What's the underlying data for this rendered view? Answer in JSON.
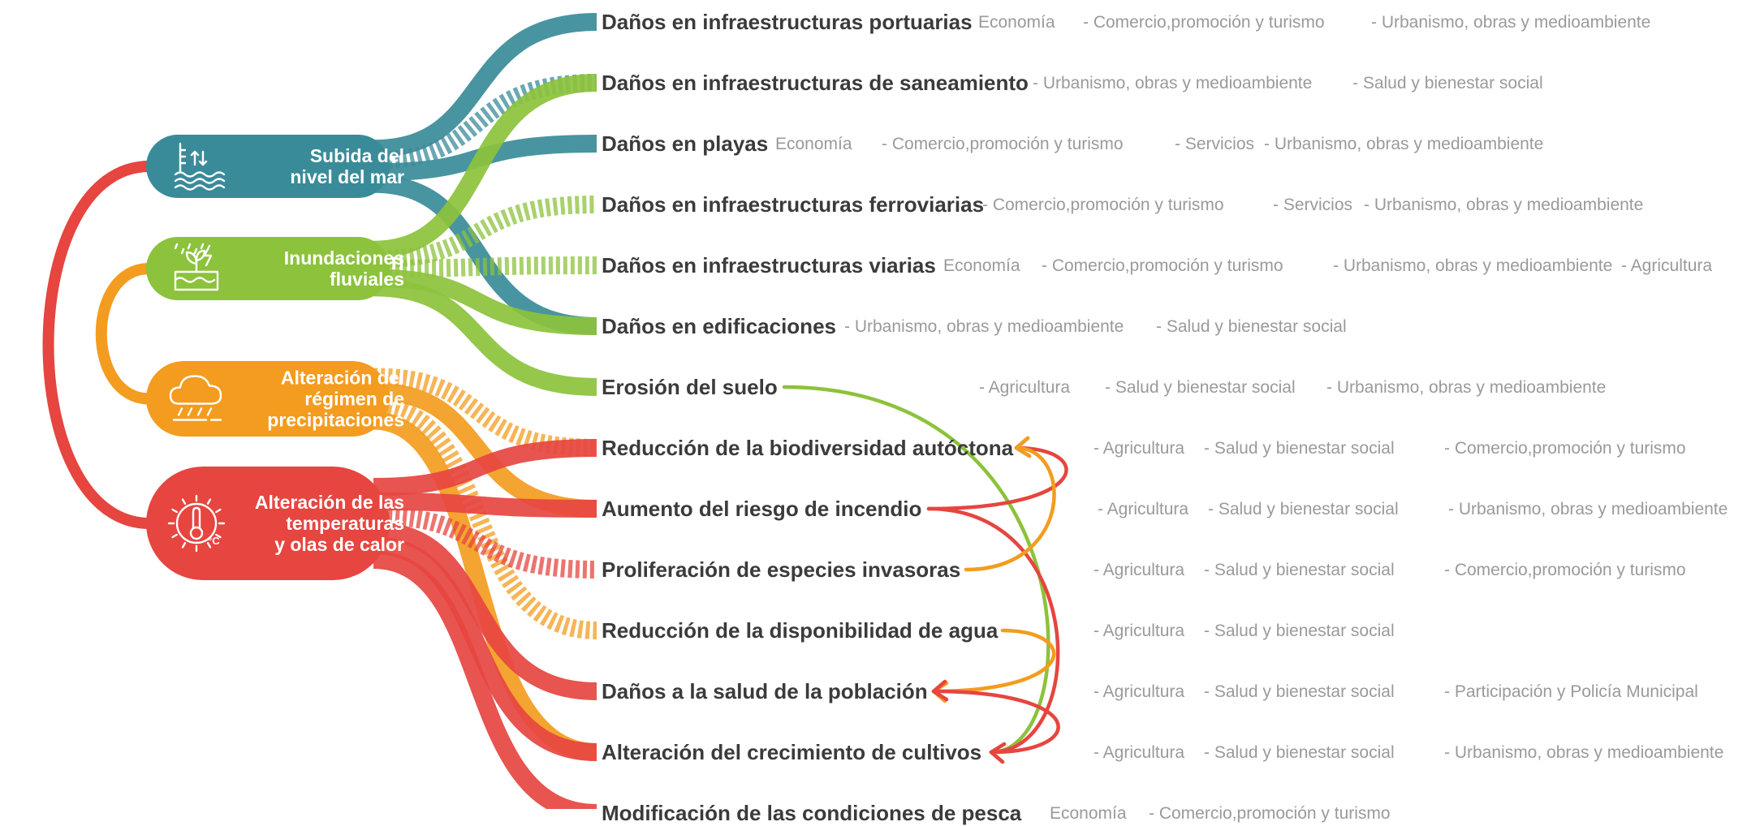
{
  "colors": {
    "sea": "#3a8b99",
    "flood": "#8cc23c",
    "rain": "#f39c1f",
    "heat": "#e64540",
    "impact_text": "#3b3b3b",
    "area_text": "#9a9a9a"
  },
  "causes": [
    {
      "id": "sea",
      "lines": [
        "Subida del",
        "nivel del mar"
      ],
      "icon": "sea-level-icon"
    },
    {
      "id": "flood",
      "lines": [
        "Inundaciones",
        "fluviales"
      ],
      "icon": "flood-icon"
    },
    {
      "id": "rain",
      "lines": [
        "Alteración del",
        "régimen de",
        "precipitaciones"
      ],
      "icon": "rain-cloud-icon"
    },
    {
      "id": "heat",
      "lines": [
        "Alteración de las",
        "temperaturas",
        "y olas de calor"
      ],
      "icon": "thermometer-sun-icon"
    }
  ],
  "impacts": [
    {
      "label": "Daños en infraestructuras portuarias",
      "areas": [
        "Economía",
        "- Comercio,promoción y turismo",
        "- Urbanismo, obras y medioambiente"
      ]
    },
    {
      "label": "Daños en infraestructuras de saneamiento",
      "areas": [
        "- Urbanismo, obras y medioambiente",
        "- Salud y bienestar social"
      ]
    },
    {
      "label": "Daños en playas",
      "areas": [
        "Economía",
        "- Comercio,promoción y turismo",
        "- Servicios",
        "- Urbanismo, obras y medioambiente"
      ]
    },
    {
      "label": "Daños en infraestructuras ferroviarias",
      "areas": [
        "- Comercio,promoción y turismo",
        "- Servicios",
        "- Urbanismo, obras y medioambiente"
      ]
    },
    {
      "label": "Daños en infraestructuras viarias",
      "areas": [
        "Economía",
        "- Comercio,promoción y turismo",
        "- Urbanismo, obras y medioambiente",
        "- Agricultura"
      ]
    },
    {
      "label": "Daños en edificaciones",
      "areas": [
        "- Urbanismo, obras y medioambiente",
        "- Salud y bienestar social"
      ]
    },
    {
      "label": "Erosión del suelo",
      "areas": [
        "- Agricultura",
        "- Salud y bienestar social",
        "- Urbanismo, obras y medioambiente"
      ]
    },
    {
      "label": "Reducción de la biodiversidad autóctona",
      "areas": [
        "- Agricultura",
        "- Salud y bienestar social",
        "- Comercio,promoción y turismo"
      ]
    },
    {
      "label": "Aumento del riesgo de incendio",
      "areas": [
        "- Agricultura",
        "- Salud y bienestar social",
        "- Urbanismo, obras y medioambiente"
      ]
    },
    {
      "label": "Proliferación de especies invasoras",
      "areas": [
        "- Agricultura",
        "- Salud y bienestar social",
        "- Comercio,promoción y turismo"
      ]
    },
    {
      "label": "Reducción de la disponibilidad de agua",
      "areas": [
        "- Agricultura",
        "- Salud y bienestar social"
      ]
    },
    {
      "label": "Daños a la salud de la población",
      "areas": [
        "- Agricultura",
        "- Salud y bienestar social",
        "- Participación y Policía Municipal"
      ]
    },
    {
      "label": "Alteración del crecimiento de cultivos",
      "areas": [
        "- Agricultura",
        "- Salud y bienestar social",
        "- Urbanismo, obras y medioambiente"
      ]
    },
    {
      "label": "Modificación de las condiciones de pesca",
      "areas": [
        "Economía",
        "- Comercio,promoción y turismo"
      ]
    }
  ],
  "links": [
    {
      "from": "sea",
      "to": 0,
      "style": "solid"
    },
    {
      "from": "sea",
      "to": 1,
      "style": "dashed"
    },
    {
      "from": "sea",
      "to": 2,
      "style": "solid"
    },
    {
      "from": "sea",
      "to": 5,
      "style": "solid"
    },
    {
      "from": "flood",
      "to": 1,
      "style": "solid"
    },
    {
      "from": "flood",
      "to": 3,
      "style": "dashed"
    },
    {
      "from": "flood",
      "to": 4,
      "style": "dashed"
    },
    {
      "from": "flood",
      "to": 5,
      "style": "solid"
    },
    {
      "from": "flood",
      "to": 6,
      "style": "solid"
    },
    {
      "from": "rain",
      "to": 7,
      "style": "dashed"
    },
    {
      "from": "rain",
      "to": 8,
      "style": "solid"
    },
    {
      "from": "rain",
      "to": 10,
      "style": "dashed"
    },
    {
      "from": "rain",
      "to": 12,
      "style": "solid"
    },
    {
      "from": "heat",
      "to": 7,
      "style": "solid"
    },
    {
      "from": "heat",
      "to": 8,
      "style": "solid"
    },
    {
      "from": "heat",
      "to": 9,
      "style": "dashed"
    },
    {
      "from": "heat",
      "to": 11,
      "style": "solid"
    },
    {
      "from": "heat",
      "to": 12,
      "style": "solid"
    },
    {
      "from": "heat",
      "to": 13,
      "style": "solid"
    }
  ],
  "cause_links": [
    {
      "from": "sea",
      "to": "heat"
    },
    {
      "from": "flood",
      "to": "rain"
    }
  ],
  "impact_links": [
    {
      "from": 6,
      "to": 12,
      "color": "flood"
    },
    {
      "from": 8,
      "to": 7,
      "color": "heat"
    },
    {
      "from": 8,
      "to": 12,
      "color": "heat"
    },
    {
      "from": 9,
      "to": 7,
      "color": "rain"
    },
    {
      "from": 10,
      "to": 11,
      "color": "rain"
    },
    {
      "from": 12,
      "to": 11,
      "color": "heat"
    }
  ]
}
